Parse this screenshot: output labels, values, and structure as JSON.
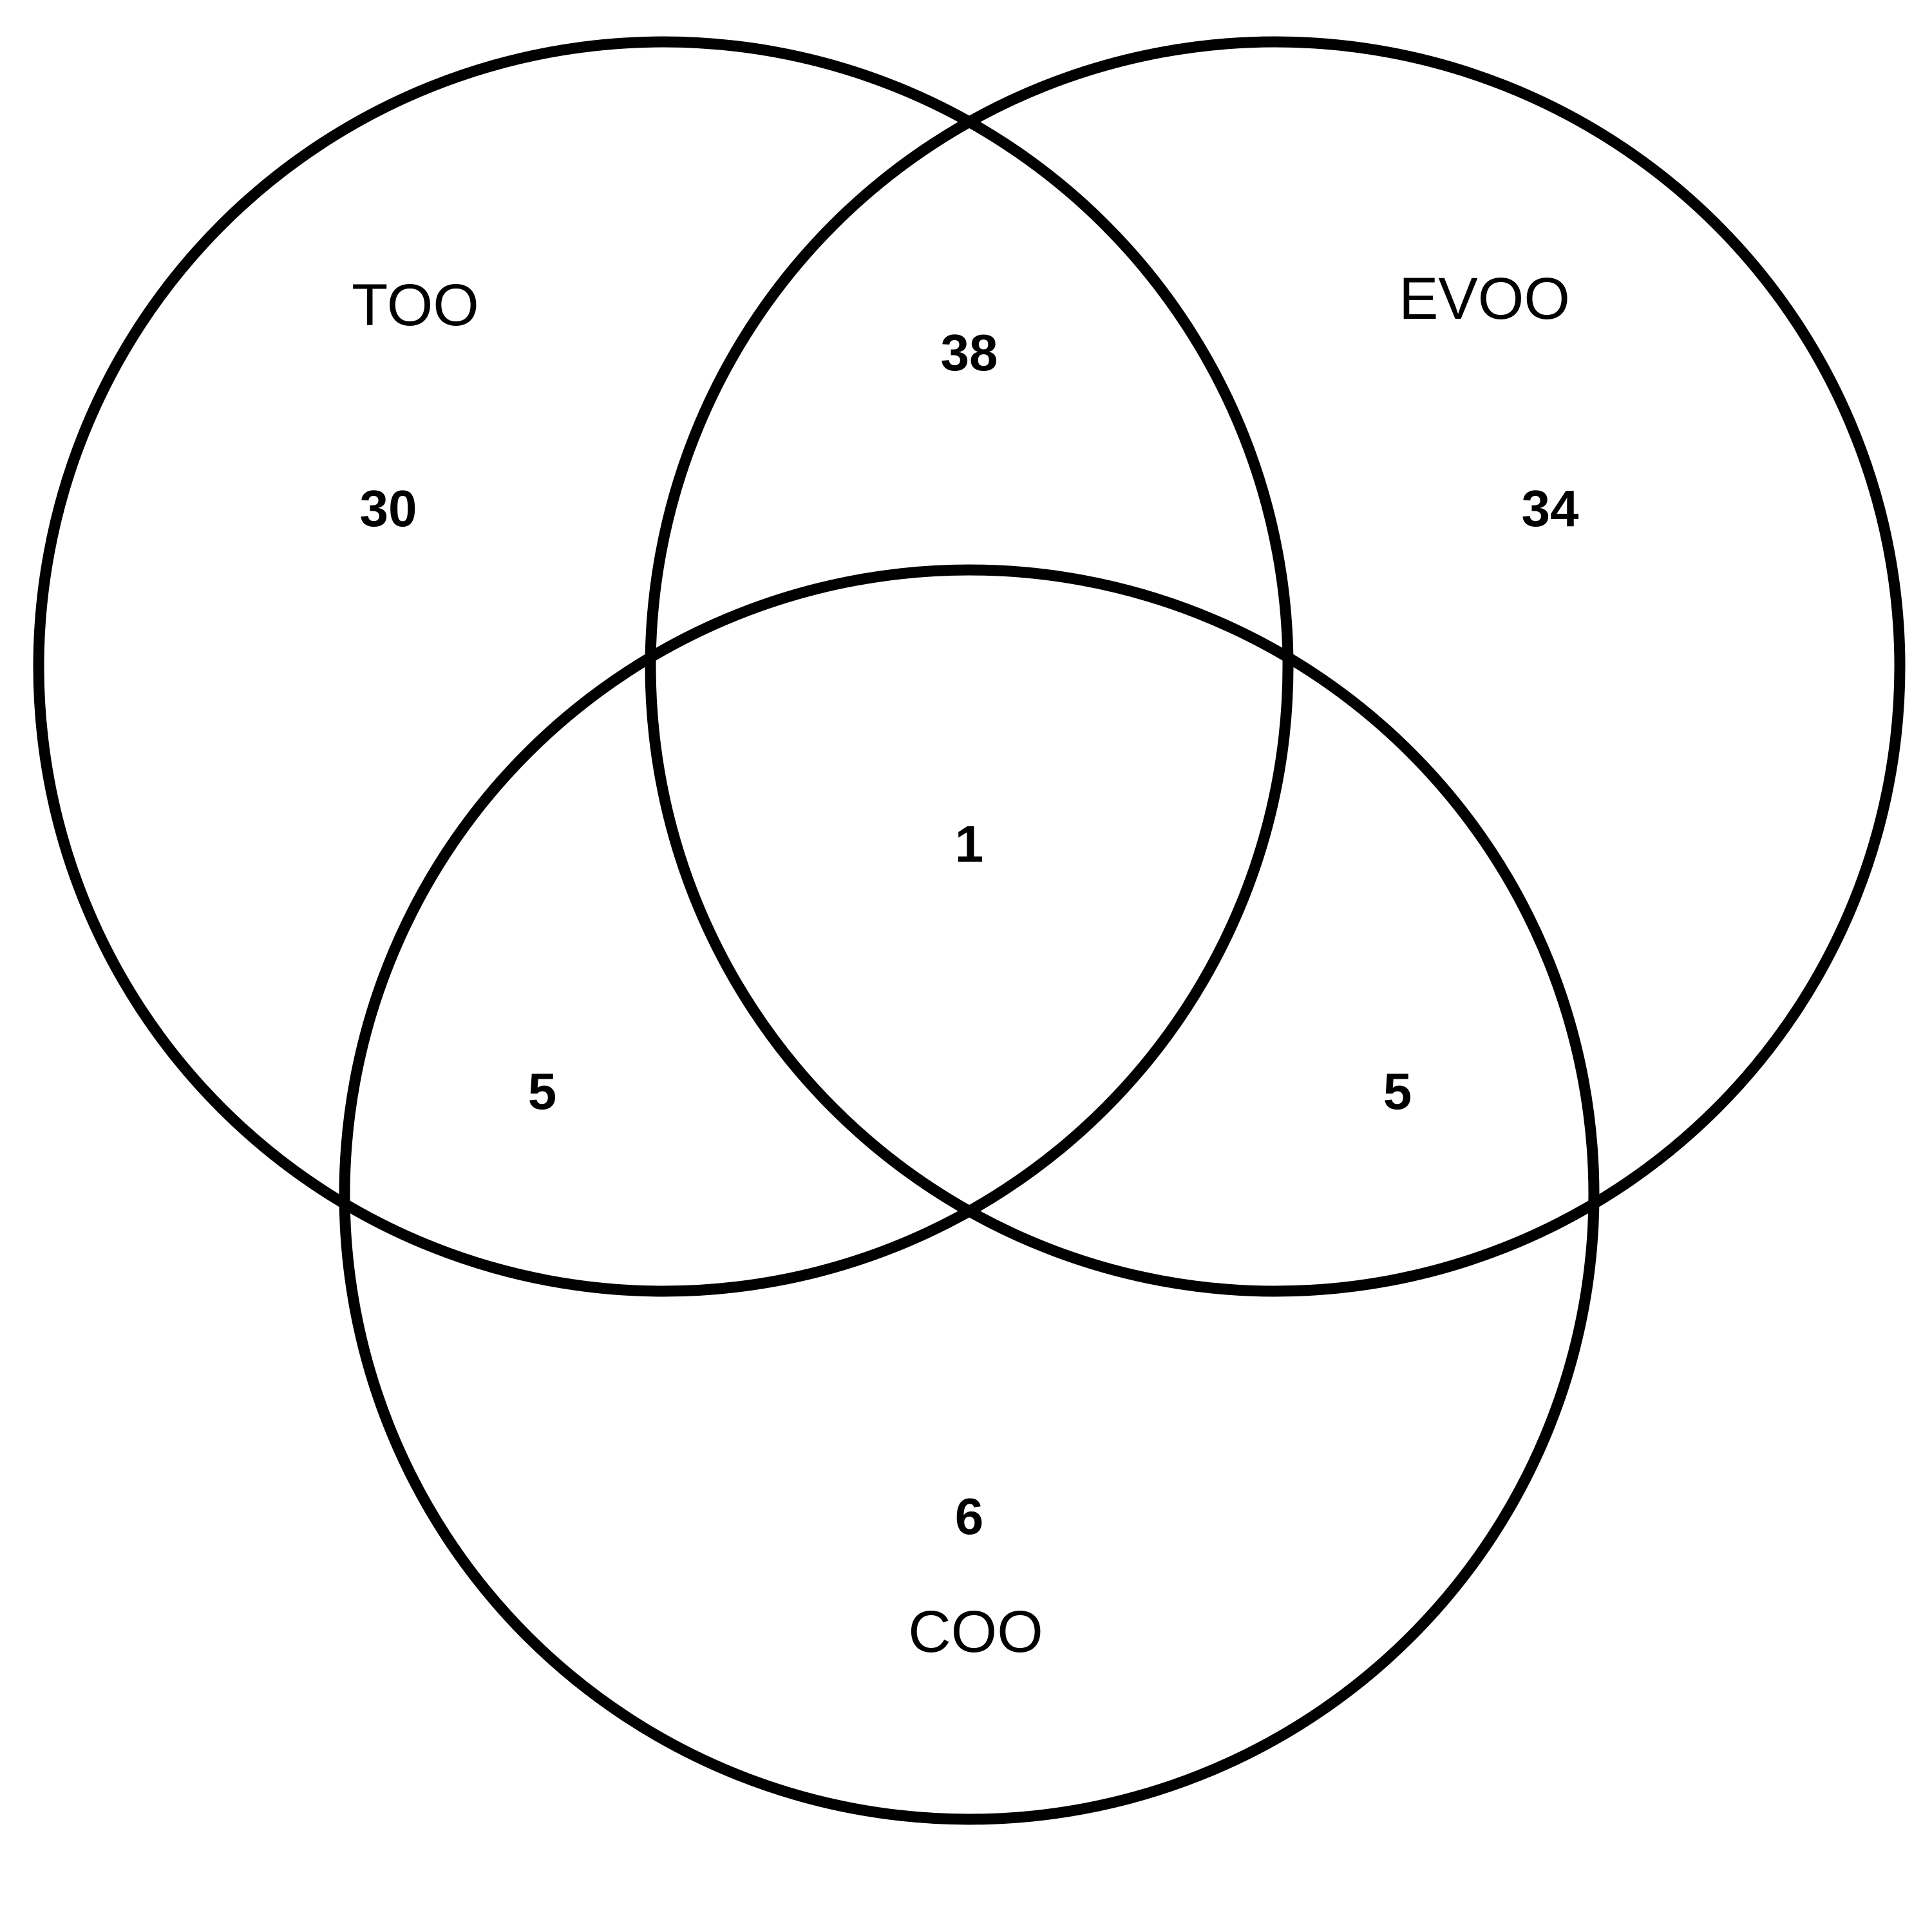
{
  "venn": {
    "sets": [
      {
        "id": "too",
        "label": "TOO"
      },
      {
        "id": "evoo",
        "label": "EVOO"
      },
      {
        "id": "coo",
        "label": "COO"
      }
    ],
    "regions": {
      "too_only": "30",
      "evoo_only": "34",
      "coo_only": "6",
      "too_evoo": "38",
      "too_coo": "5",
      "evoo_coo": "5",
      "all_three": "1"
    },
    "colors": {
      "stroke": "#000000",
      "background": "#ffffff"
    }
  }
}
